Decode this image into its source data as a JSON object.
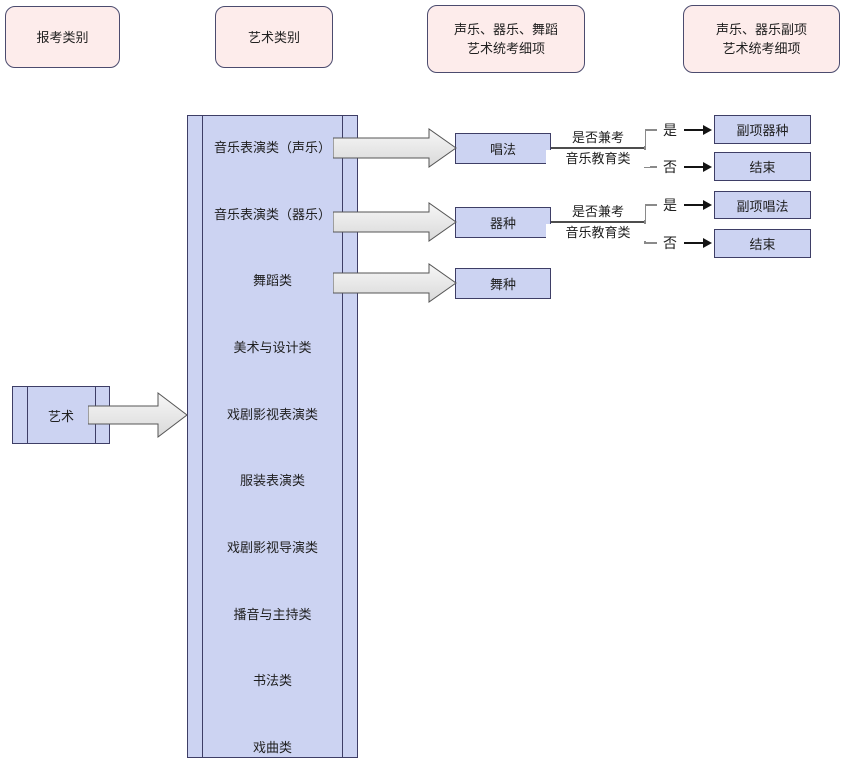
{
  "headers": [
    {
      "line1": "报考类别"
    },
    {
      "line1": "艺术类别"
    },
    {
      "line1": "声乐、器乐、舞蹈",
      "line2": "艺术统考细项"
    },
    {
      "line1": "声乐、器乐副项",
      "line2": "艺术统考细项"
    }
  ],
  "root": {
    "label": "艺术"
  },
  "categories": [
    "音乐表演类（声乐）",
    "音乐表演类（器乐）",
    "舞蹈类",
    "美术与设计类",
    "戏剧影视表演类",
    "服装表演类",
    "戏剧影视导演类",
    "播音与主持类",
    "书法类",
    "戏曲类"
  ],
  "details": [
    {
      "label": "唱法"
    },
    {
      "label": "器种"
    },
    {
      "label": "舞种"
    }
  ],
  "branches": [
    {
      "cond1": "是否兼考",
      "cond2": "音乐教育类",
      "yes": "是",
      "no": "否",
      "yes_target": "副项器种",
      "no_target": "结束"
    },
    {
      "cond1": "是否兼考",
      "cond2": "音乐教育类",
      "yes": "是",
      "no": "否",
      "yes_target": "副项唱法",
      "no_target": "结束"
    }
  ],
  "colors": {
    "header_fill": "#fdeceb",
    "header_border": "#4b4b6e",
    "node_fill": "#ccd3f2",
    "node_border": "#3e3e66",
    "block_arrow_fill": "#e9e9e9",
    "block_arrow_border": "#555555",
    "connector_line": "#4d4d4d",
    "bracket_line": "#8a8a8a",
    "arrow_line": "#141414"
  }
}
